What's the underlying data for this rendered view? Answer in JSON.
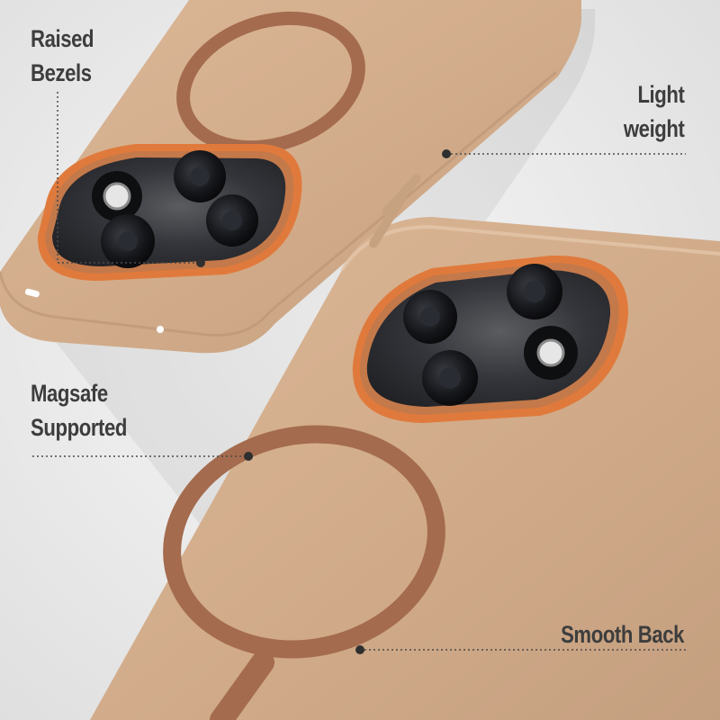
{
  "colors": {
    "background": "#ececec",
    "case": "#d2ac8b",
    "case_shadow": "#b58e6e",
    "magsafe_ring": "#a46b4e",
    "bezel_orange": "#e07a3c",
    "camera_plate": "#2e2f33",
    "lens": "#111214",
    "label_text": "#3d3d3d",
    "leader_dots": "#4a4a4a"
  },
  "callouts": {
    "raised_bezels": {
      "line1": "Raised",
      "line2": "Bezels"
    },
    "light_weight": {
      "line1": "Light",
      "line2": "weight"
    },
    "magsafe_supported": {
      "line1": "Magsafe",
      "line2": "Supported"
    },
    "smooth_back": {
      "line1": "Smooth Back"
    }
  },
  "icons": [
    "magsafe-ring-icon",
    "camera-module-icon",
    "lens-icon",
    "flash-icon"
  ]
}
